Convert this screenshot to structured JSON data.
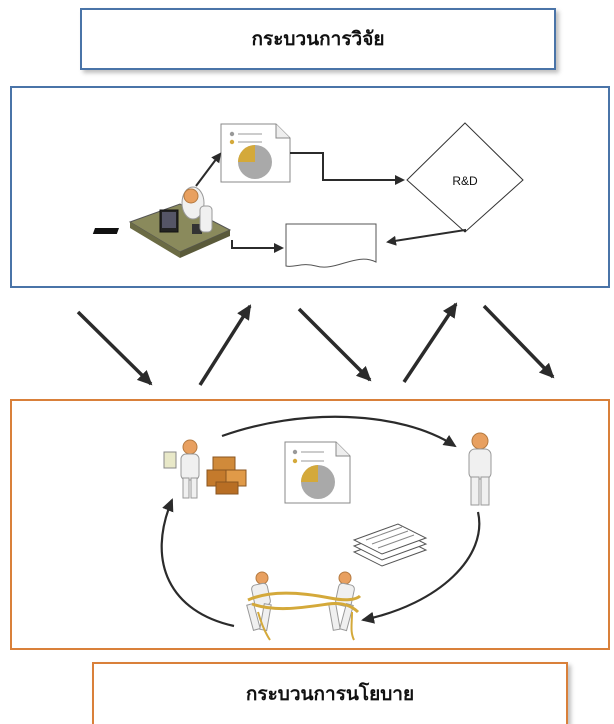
{
  "titles": {
    "research": "กระบวนการวิจัย",
    "policy": "กระบวนการนโยบาย"
  },
  "research_panel": {
    "decision_label": "R&D"
  },
  "colors": {
    "research_border": "#4a74a8",
    "policy_border": "#d9803a",
    "arrow": "#2b2b2b",
    "pie_main": "#a9a9a9",
    "pie_slice": "#d4a93a"
  },
  "icons": [
    "person-at-desk-icon",
    "report-document-icon",
    "decision-diamond-icon",
    "document-wave-icon",
    "person-with-boxes-icon",
    "person-icon",
    "paper-stack-icon",
    "tug-of-war-icon"
  ]
}
